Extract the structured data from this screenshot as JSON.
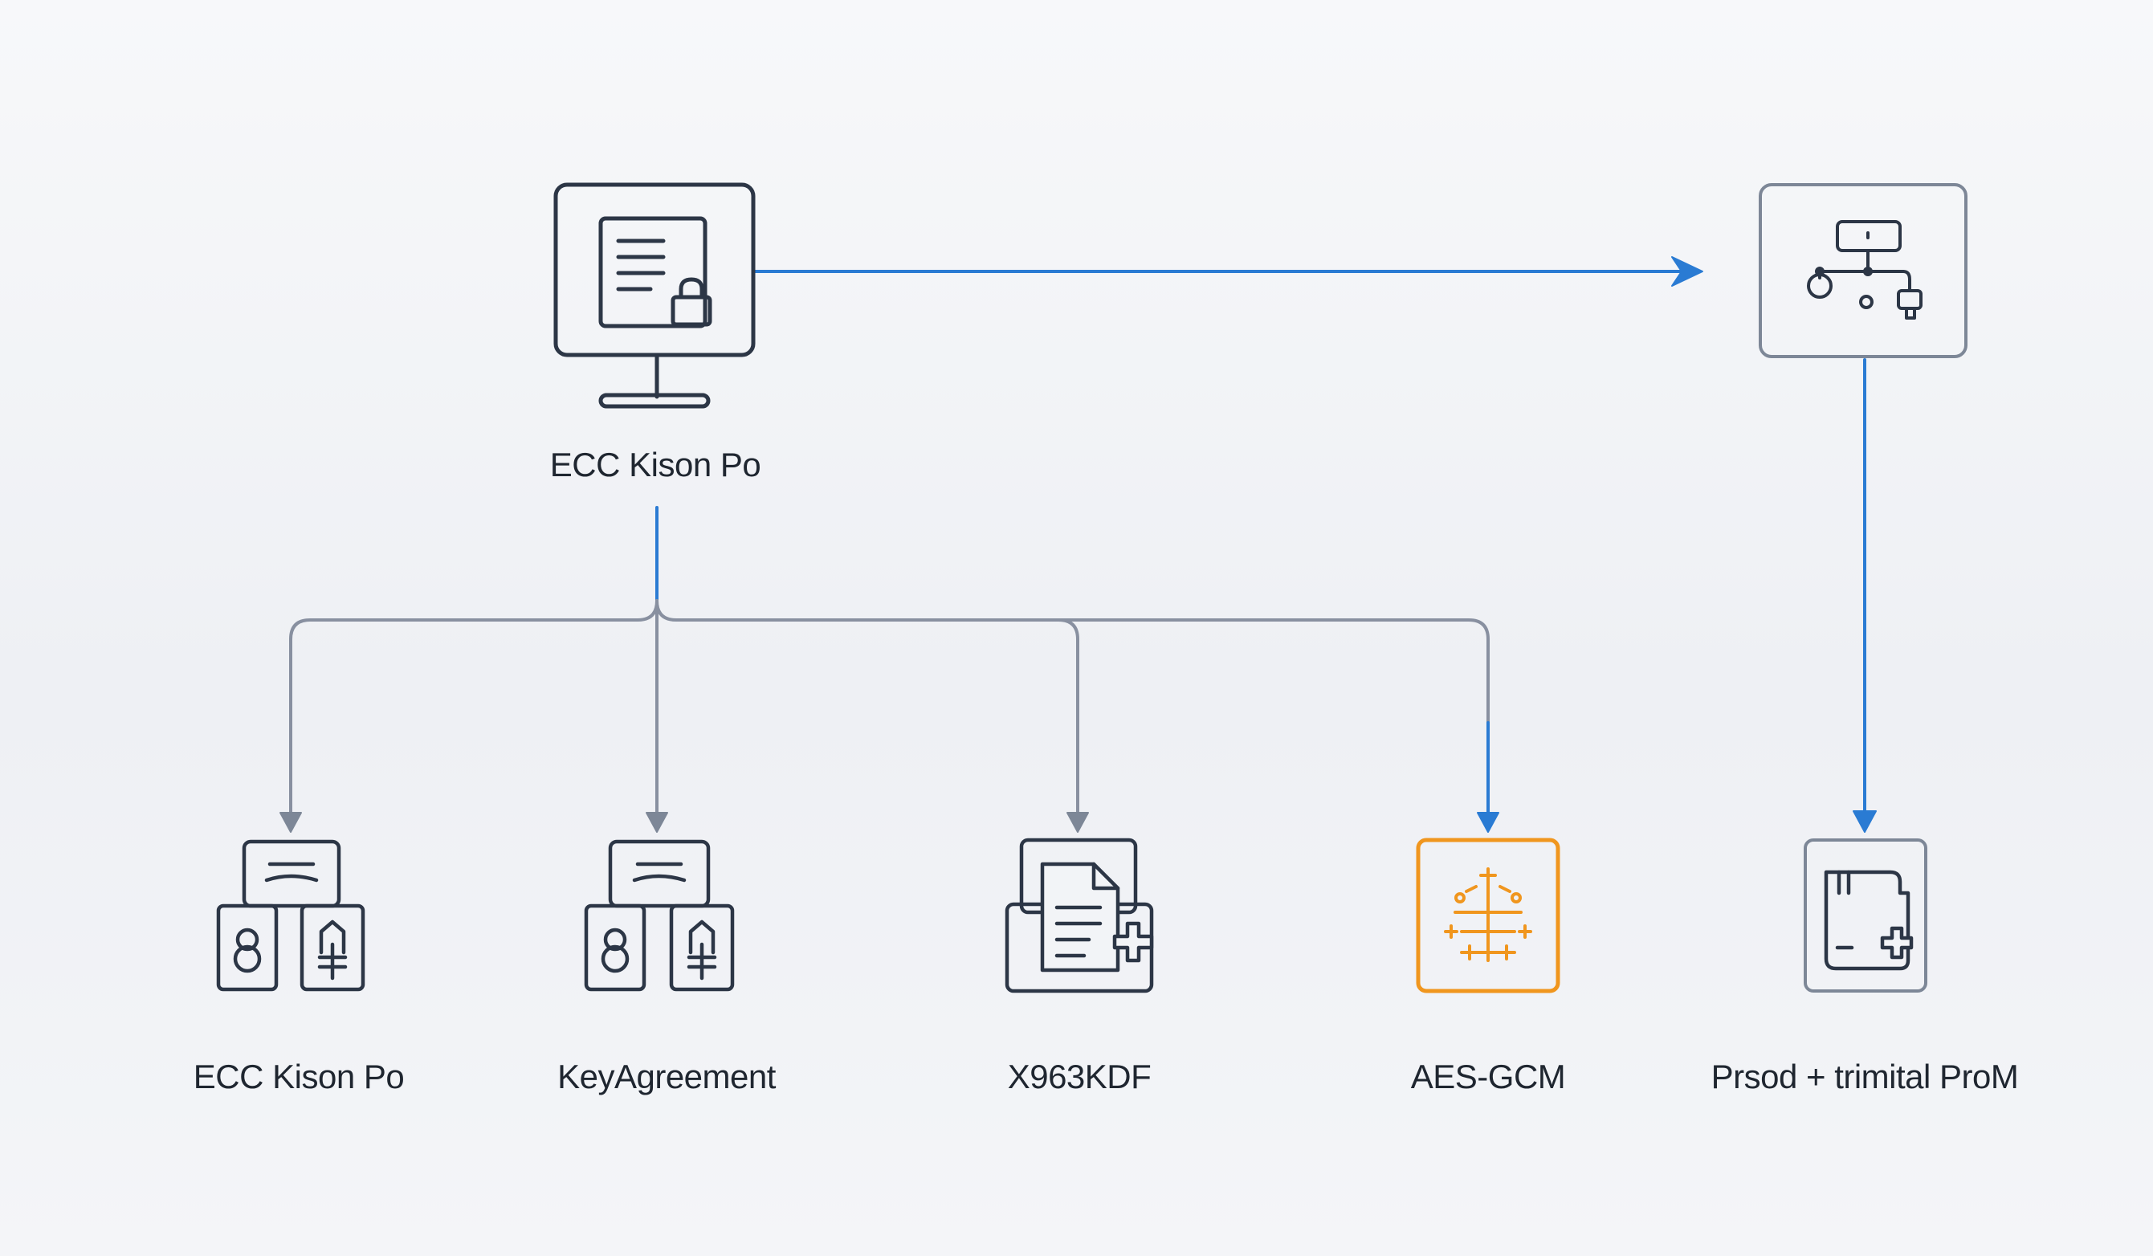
{
  "diagram": {
    "title": "",
    "colors": {
      "stroke_dark": "#2c3646",
      "stroke_gray": "#7d8797",
      "connector_gray": "#8890a0",
      "accent_blue": "#2a7bd3",
      "accent_orange": "#f0961e",
      "text": "#1f2630"
    },
    "nodes": [
      {
        "id": "source",
        "label": "ECC Kison Po",
        "icon": "monitor-document-lock-icon"
      },
      {
        "id": "flow",
        "label": "",
        "icon": "flowchart-network-icon"
      },
      {
        "id": "ecc",
        "label": "ECC Kison Po",
        "icon": "key-cards-icon"
      },
      {
        "id": "keyagreement",
        "label": "KeyAgreement",
        "icon": "key-cards-icon"
      },
      {
        "id": "x963kdf",
        "label": "X963KDF",
        "icon": "document-stack-icon"
      },
      {
        "id": "aesgcm",
        "label": "AES-GCM",
        "icon": "crosshair-sparkle-icon"
      },
      {
        "id": "output",
        "label": "Prsod + trimital ProM",
        "icon": "document-plus-icon"
      }
    ],
    "edges": [
      {
        "from": "source",
        "to": "flow",
        "style": "blue"
      },
      {
        "from": "flow",
        "to": "output",
        "style": "blue"
      },
      {
        "from": "source",
        "to": "ecc",
        "style": "gray"
      },
      {
        "from": "source",
        "to": "keyagreement",
        "style": "gray"
      },
      {
        "from": "source",
        "to": "x963kdf",
        "style": "gray"
      },
      {
        "from": "source",
        "to": "aesgcm",
        "style": "blue"
      }
    ]
  }
}
